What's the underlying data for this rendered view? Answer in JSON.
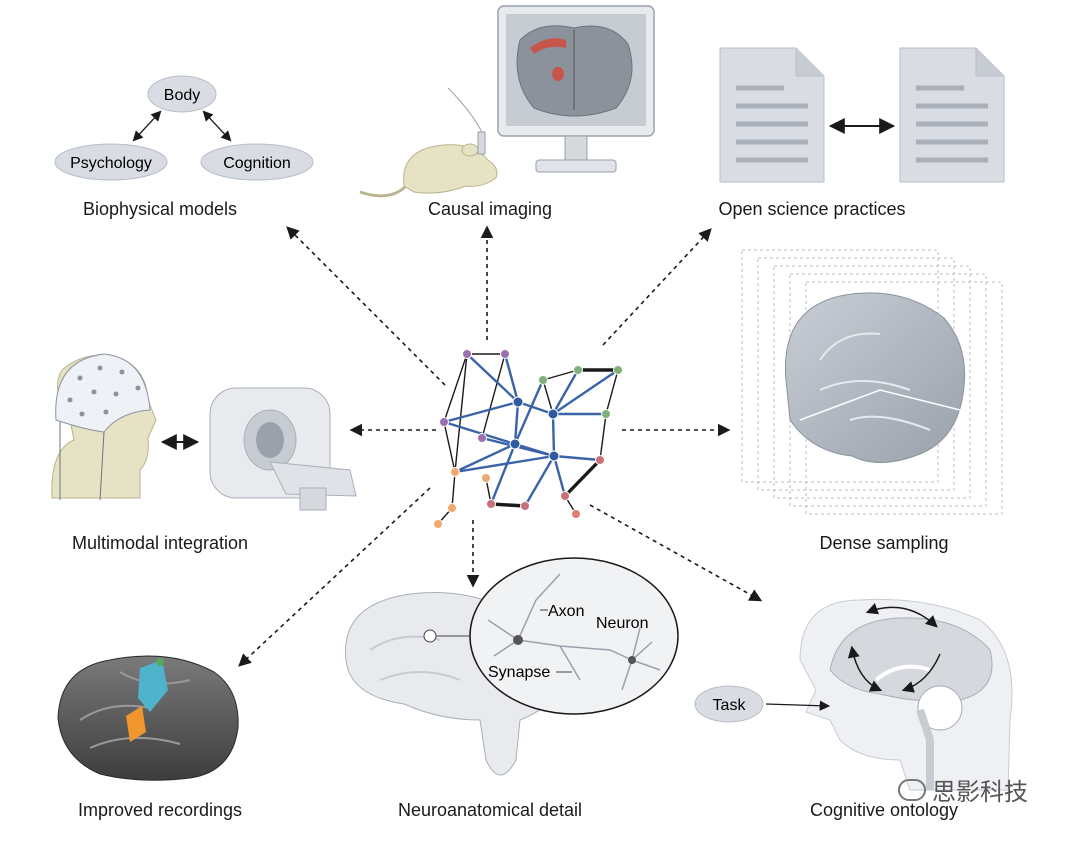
{
  "captions": {
    "biophysical": "Biophysical models",
    "causal": "Causal imaging",
    "open_science": "Open science practices",
    "multimodal": "Multimodal integration",
    "dense": "Dense sampling",
    "improved": "Improved recordings",
    "neuroanatomical": "Neuroanatomical detail",
    "cognitive": "Cognitive ontology"
  },
  "bubbles": {
    "body": "Body",
    "psychology": "Psychology",
    "cognition": "Cognition",
    "task": "Task"
  },
  "neuron_labels": {
    "axon": "Axon",
    "neuron": "Neuron",
    "synapse": "Synapse"
  },
  "watermark": "思影科技",
  "colors": {
    "network_edge": "#3b63a8",
    "node_purple": "#9b6fb0",
    "node_green": "#7fb07a",
    "node_orange": "#f0a870",
    "node_blue": "#2f5aa0",
    "bubble_fill": "#d9dde3"
  },
  "icons": [
    "eeg-cap-icon",
    "mri-scanner-icon",
    "rat-icon",
    "monitor-icon",
    "document-icon",
    "brain-icon",
    "neuron-icon",
    "head-icon"
  ]
}
